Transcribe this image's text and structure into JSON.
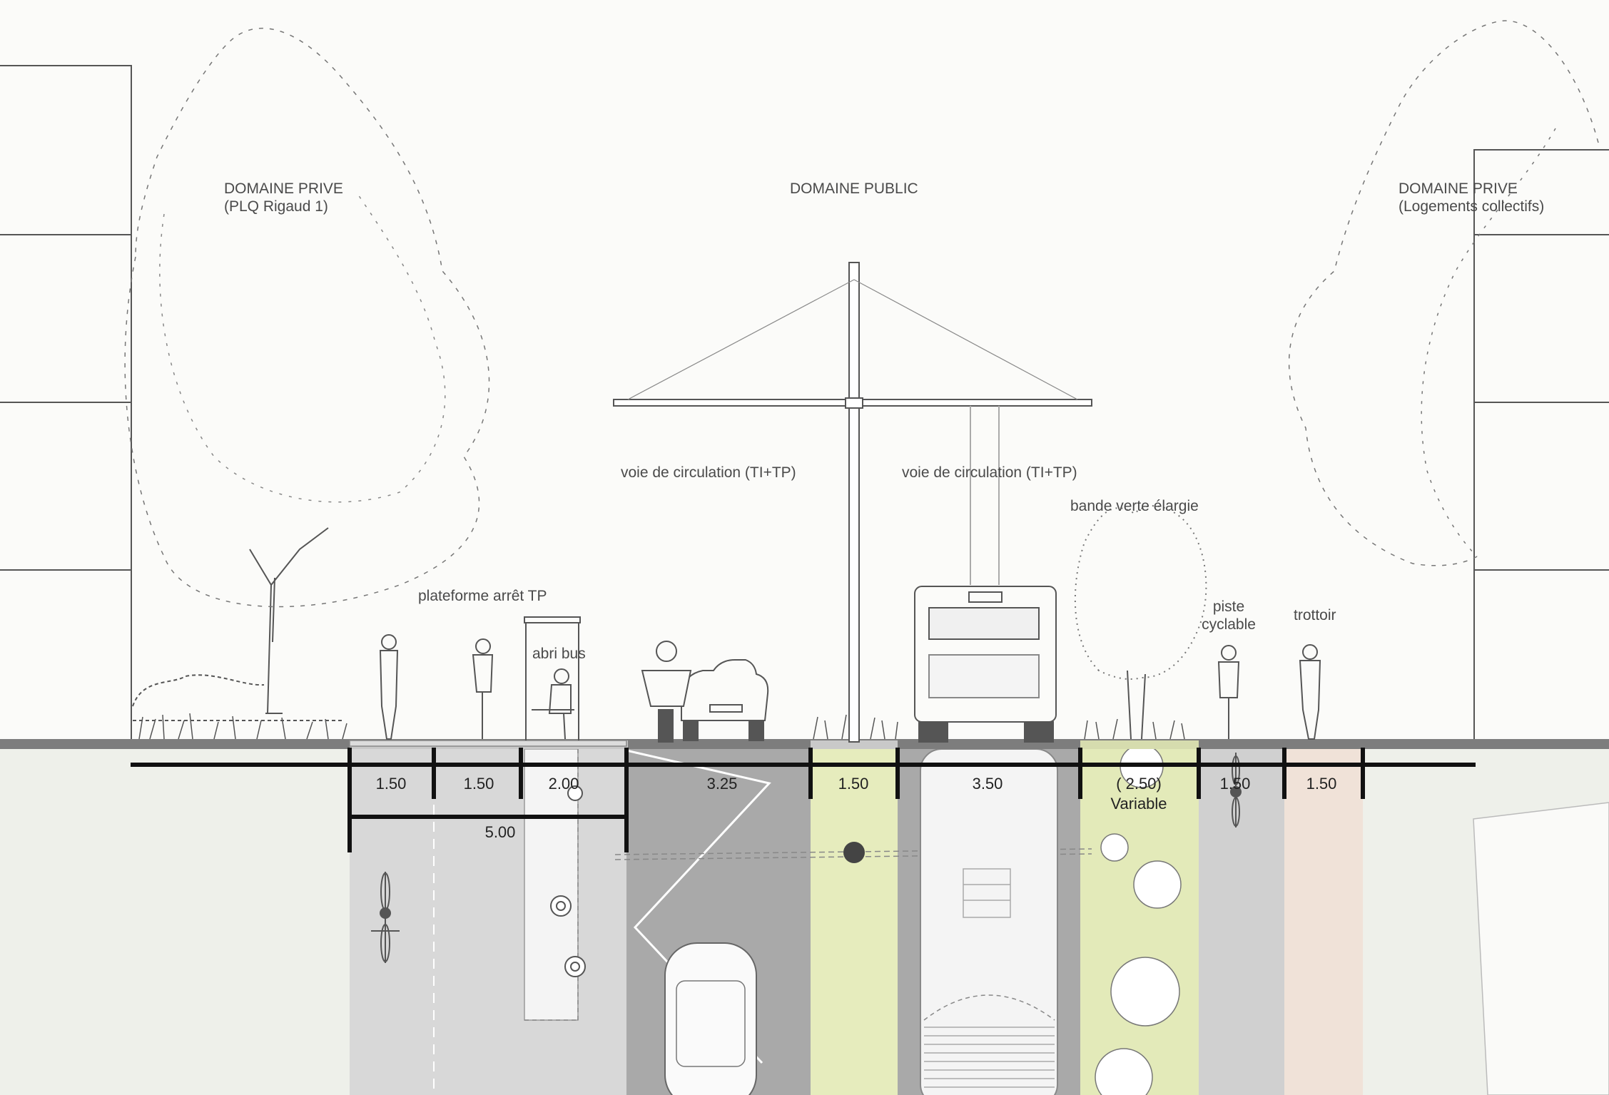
{
  "zones": {
    "private_left": {
      "title": "DOMAINE PRIVE",
      "subtitle": "(PLQ Rigaud 1)"
    },
    "public": {
      "title": "DOMAINE PUBLIC"
    },
    "private_right": {
      "title": "DOMAINE PRIVE",
      "subtitle": "(Logements collectifs)"
    }
  },
  "labels": {
    "platform": "plateforme arrêt TP",
    "shelter": "abri bus",
    "lane_left": "voie de circulation (TI+TP)",
    "lane_right": "voie de circulation (TI+TP)",
    "green_strip": "bande verte élargie",
    "bike_lane_1": "piste",
    "bike_lane_2": "cyclable",
    "sidewalk": "trottoir"
  },
  "dimensions": {
    "seg1": "1.50",
    "seg2": "1.50",
    "seg3": "2.00",
    "platform_total": "5.00",
    "lane_left": "3.25",
    "median": "1.50",
    "lane_right": "3.50",
    "green_variable": "( 2.50)",
    "green_variable_note": "Variable",
    "bike": "1.50",
    "sidewalk": "1.50"
  },
  "colors": {
    "background": "#fbfbf9",
    "ground_private": "#eef0ea",
    "platform": "#d8d8d8",
    "lane_left": "#a9a9a9",
    "median": "#e6ecbd",
    "lane_right": "#a9a9a9",
    "green_strip": "#e3eab9",
    "bike_lane": "#d0d0d0",
    "sidewalk": "#f0e2d8"
  }
}
